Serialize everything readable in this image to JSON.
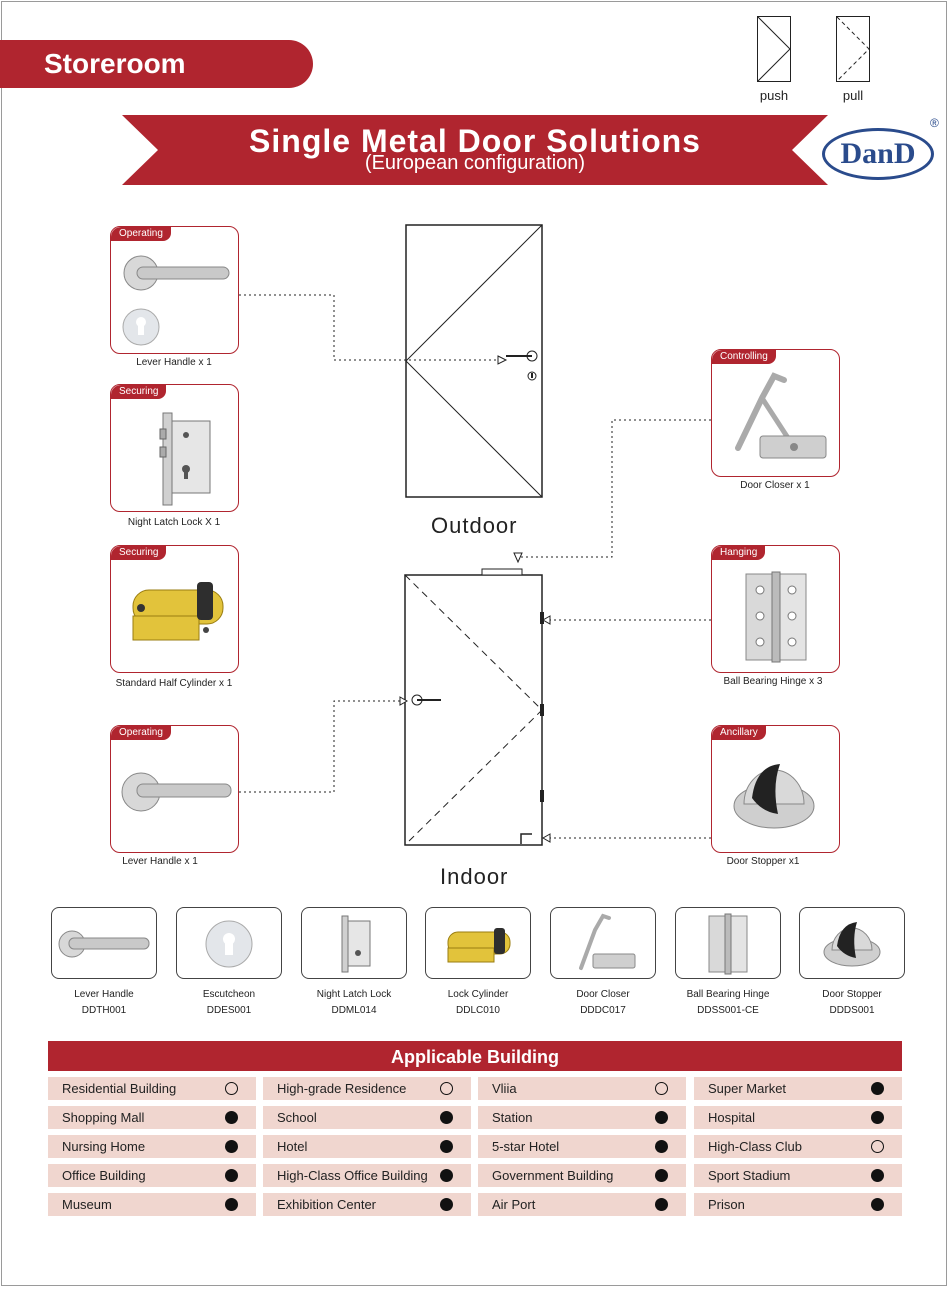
{
  "header": {
    "tab_title": "Storeroom"
  },
  "legend": {
    "push_label": "push",
    "pull_label": "pull"
  },
  "banner": {
    "title": "Single Metal Door Solutions",
    "subtitle": "(European configuration)"
  },
  "brand": {
    "logo_text": "DanD",
    "registered_mark": "®"
  },
  "doors": {
    "outdoor_label": "Outdoor",
    "indoor_label": "Indoor"
  },
  "components": [
    {
      "tag": "Operating",
      "caption": "Lever Handle x 1",
      "icon": "lever-handle-with-escutcheon"
    },
    {
      "tag": "Securing",
      "caption": "Night Latch Lock X 1",
      "icon": "mortise-lock"
    },
    {
      "tag": "Securing",
      "caption": "Standard Half Cylinder x 1",
      "icon": "half-cylinder"
    },
    {
      "tag": "Operating",
      "caption": "Lever Handle x 1",
      "icon": "lever-handle"
    },
    {
      "tag": "Controlling",
      "caption": "Door Closer x 1",
      "icon": "door-closer"
    },
    {
      "tag": "Hanging",
      "caption": "Ball Bearing Hinge x 3",
      "icon": "hinge"
    },
    {
      "tag": "Ancillary",
      "caption": "Door Stopper x1",
      "icon": "door-stopper"
    }
  ],
  "products": [
    {
      "name": "Lever Handle",
      "code": "DDTH001",
      "icon": "lever-handle"
    },
    {
      "name": "Escutcheon",
      "code": "DDES001",
      "icon": "escutcheon"
    },
    {
      "name": "Night Latch Lock",
      "code": "DDML014",
      "icon": "mortise-lock"
    },
    {
      "name": "Lock Cylinder",
      "code": "DDLC010",
      "icon": "half-cylinder"
    },
    {
      "name": "Door Closer",
      "code": "DDDC017",
      "icon": "door-closer"
    },
    {
      "name": "Ball Bearing Hinge",
      "code": "DDSS001-CE",
      "icon": "hinge"
    },
    {
      "name": "Door Stopper",
      "code": "DDDS001",
      "icon": "door-stopper"
    }
  ],
  "applicable": {
    "title": "Applicable Building",
    "rows": [
      [
        {
          "name": "Residential Building",
          "applicable": false
        },
        {
          "name": "High-grade Residence",
          "applicable": false
        },
        {
          "name": "Vliia",
          "applicable": false
        },
        {
          "name": "Super Market",
          "applicable": true
        }
      ],
      [
        {
          "name": "Shopping Mall",
          "applicable": true
        },
        {
          "name": "School",
          "applicable": true
        },
        {
          "name": "Station",
          "applicable": true
        },
        {
          "name": "Hospital",
          "applicable": true
        }
      ],
      [
        {
          "name": "Nursing Home",
          "applicable": true
        },
        {
          "name": "Hotel",
          "applicable": true
        },
        {
          "name": "5-star Hotel",
          "applicable": true
        },
        {
          "name": "High-Class Club",
          "applicable": false
        }
      ],
      [
        {
          "name": "Office Building",
          "applicable": true
        },
        {
          "name": "High-Class Office Building",
          "applicable": true
        },
        {
          "name": "Government Building",
          "applicable": true
        },
        {
          "name": "Sport Stadium",
          "applicable": true
        }
      ],
      [
        {
          "name": "Museum",
          "applicable": true
        },
        {
          "name": "Exhibition Center",
          "applicable": true
        },
        {
          "name": "Air Port",
          "applicable": true
        },
        {
          "name": "Prison",
          "applicable": true
        }
      ]
    ]
  },
  "colors": {
    "brand_red": "#b0252f",
    "row_bg": "#f0d6cf",
    "logo_blue": "#2a4b8c"
  }
}
